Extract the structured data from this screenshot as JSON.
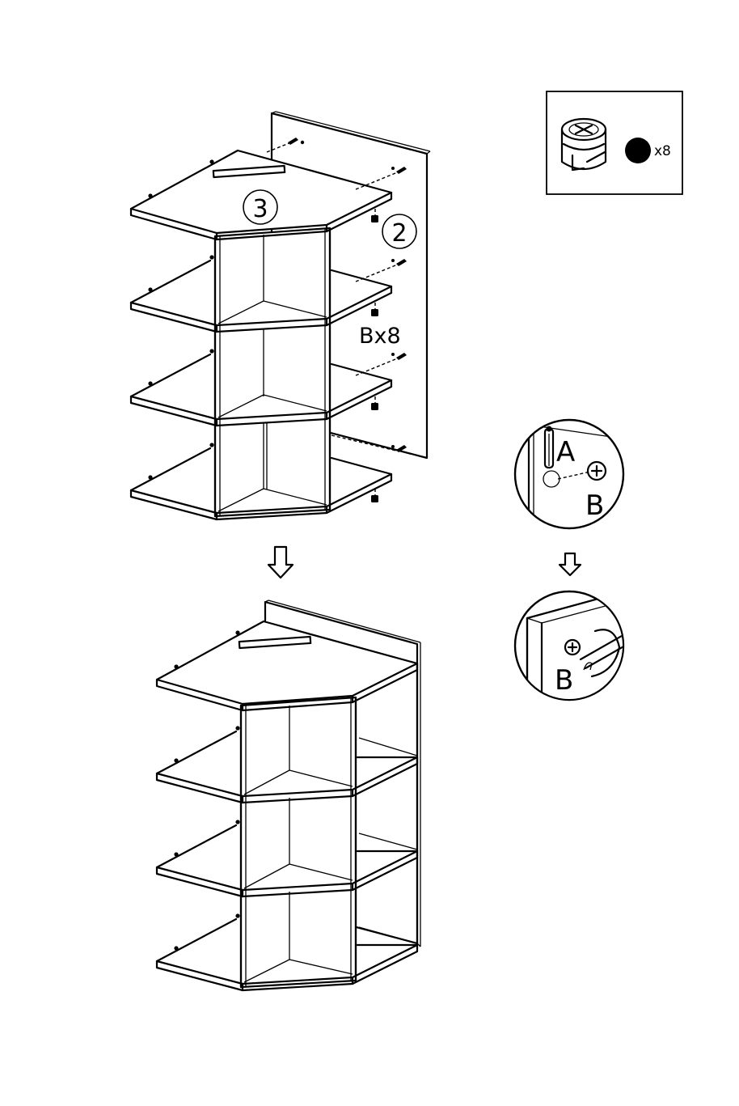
{
  "step_labels": {
    "part_top": "3",
    "part_back": "2"
  },
  "quantity_label": "Bx8",
  "hardware_box": {
    "qty": "x8",
    "icon": "cam-lock-fitting-icon"
  },
  "detail_labels": {
    "dowel": "A",
    "cam": "B",
    "cam_tighten": "B"
  },
  "arrows": [
    "arrow-down-icon",
    "arrow-down-icon"
  ]
}
